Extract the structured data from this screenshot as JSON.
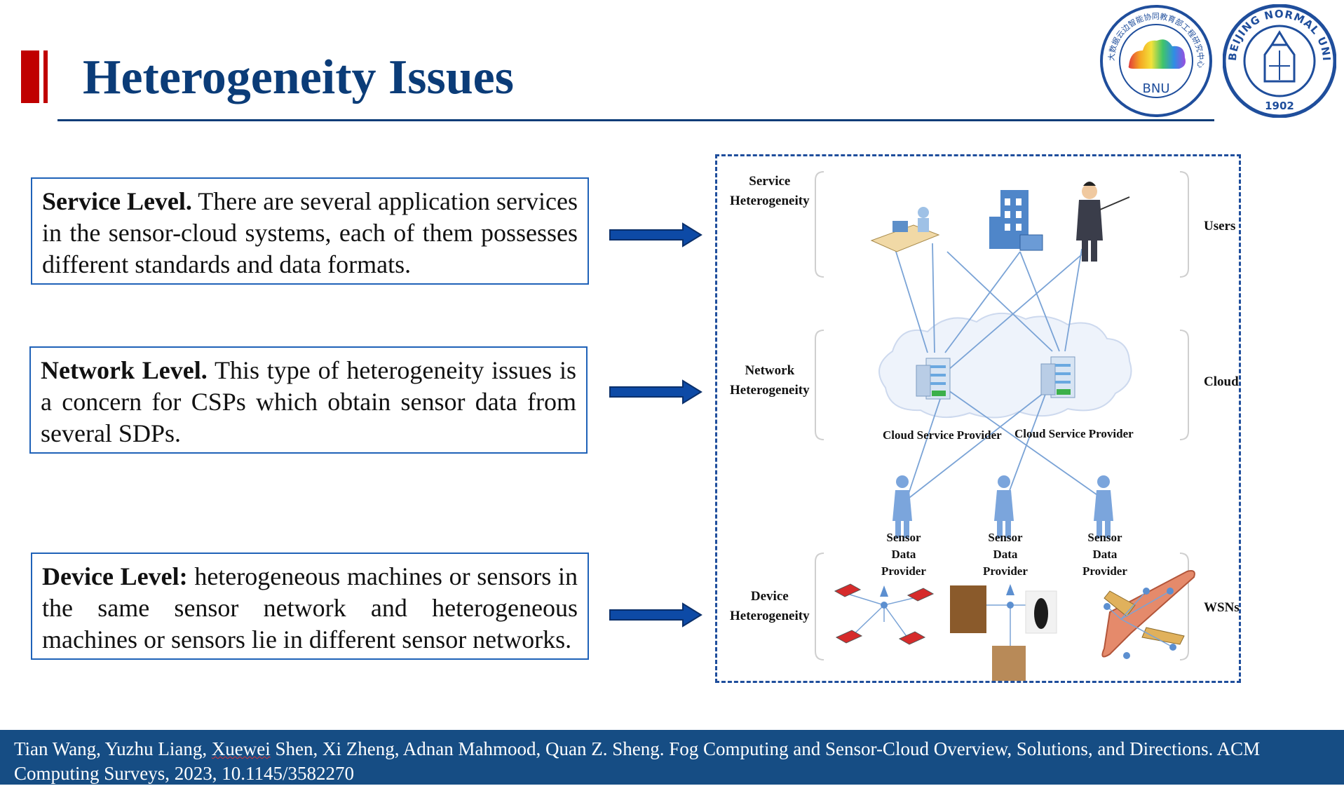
{
  "title": "Heterogeneity Issues",
  "logos": {
    "bnu": {
      "text": "BNU",
      "ring_text": "大数据云边智能协同教育部工程研究中心"
    },
    "bjnu": {
      "ring_text": "BEIJING NORMAL UNIVERSITY",
      "year": "1902"
    }
  },
  "boxes": [
    {
      "lead": "Service Level.",
      "text": " There are several application services in the sensor-cloud systems, each of them possesses different standards and data formats."
    },
    {
      "lead": "Network Level.",
      "text": " This type of heterogeneity issues is a concern for CSPs which obtain sensor data from several SDPs."
    },
    {
      "lead": "Device Level:",
      "text": " heterogeneous machines or sensors in the same sensor network and heterogeneous machines or sensors lie in different sensor networks."
    }
  ],
  "diagram": {
    "left_labels": [
      {
        "line1": "Service",
        "line2": "Heterogeneity"
      },
      {
        "line1": "Network",
        "line2": "Heterogeneity"
      },
      {
        "line1": "Device",
        "line2": "Heterogeneity"
      }
    ],
    "right_labels": [
      "Users",
      "Cloud",
      "WSNs"
    ],
    "providers": [
      "Cloud Service Provider",
      "Cloud Service Provider"
    ],
    "sdp_lines": [
      "Sensor",
      "Data",
      "Provider"
    ],
    "colors": {
      "accent": "#0b3c78",
      "arrow": "#0d4aa6",
      "link": "#7aa3d6",
      "person": "#7ba5dc"
    }
  },
  "footer": {
    "before": "Tian Wang, Yuzhu Liang, ",
    "squiggle": "Xuewei",
    "after": " Shen, Xi Zheng, Adnan Mahmood, Quan Z. Sheng. Fog Computing and Sensor-Cloud Overview, Solutions, and Directions. ACM Computing Surveys, 2023, 10.1145/3582270"
  }
}
